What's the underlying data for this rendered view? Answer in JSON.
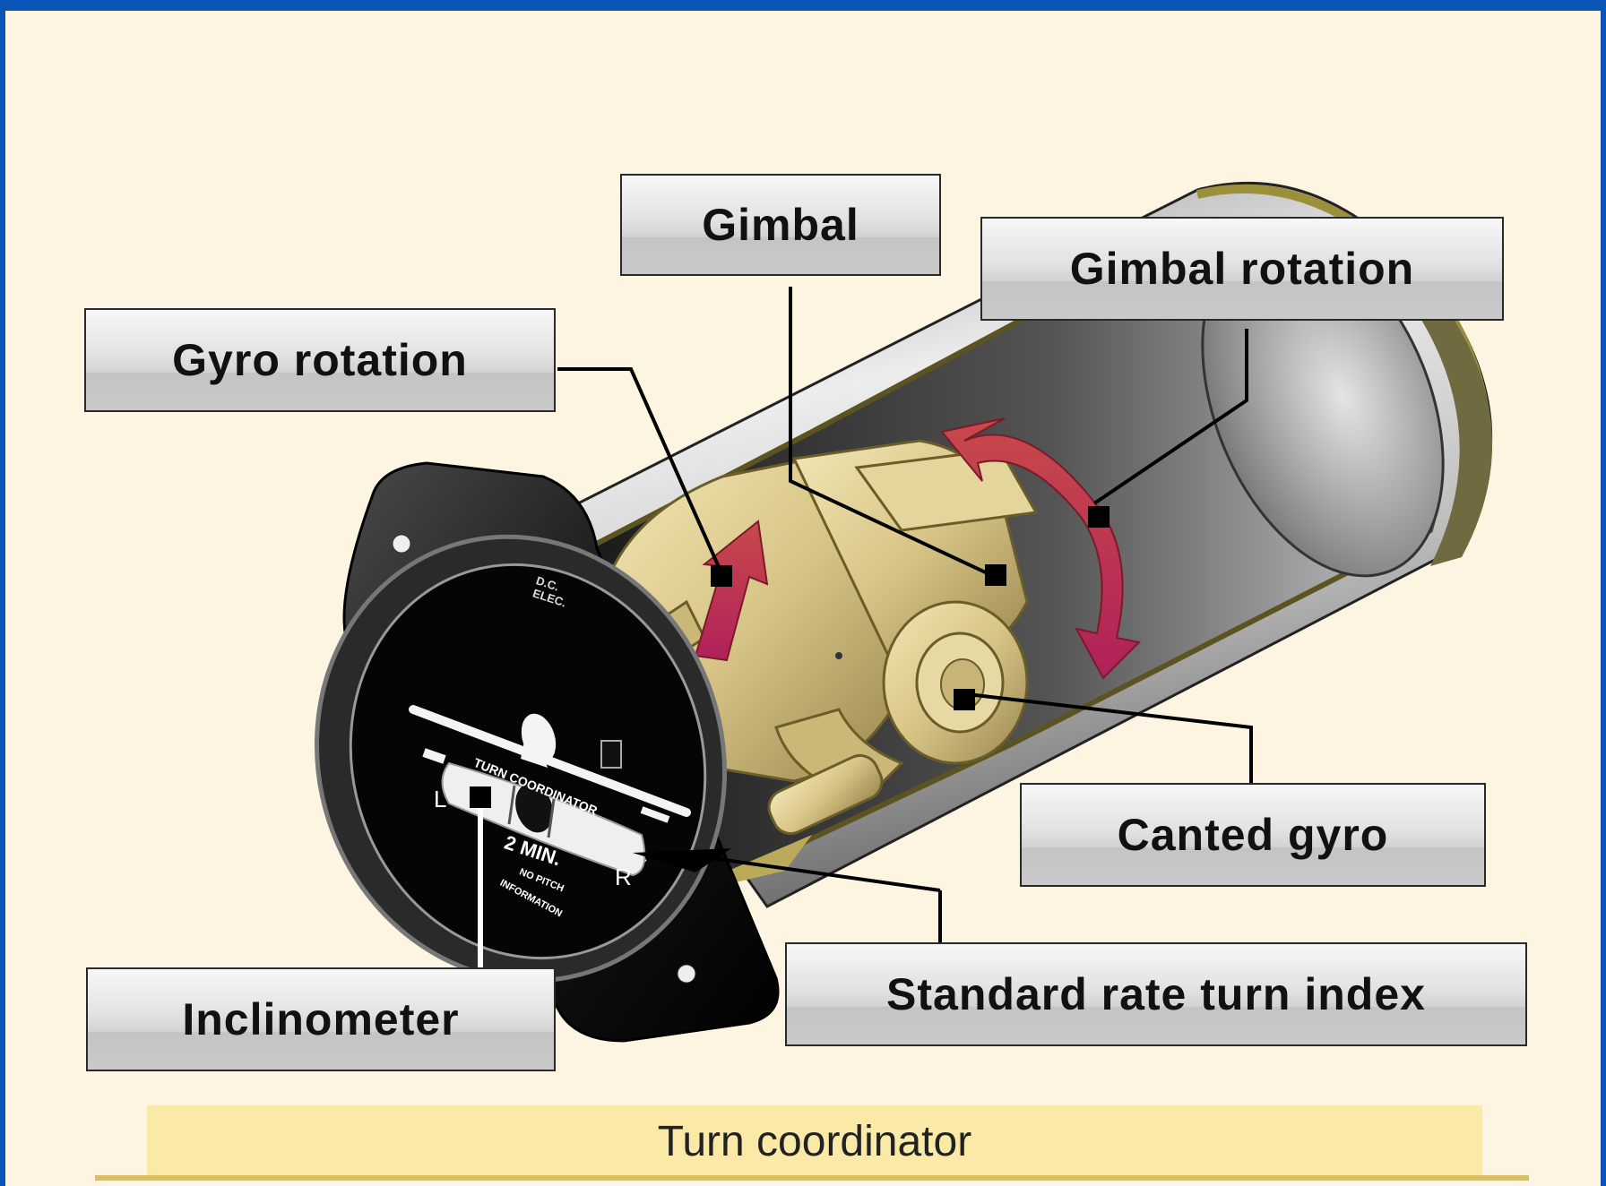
{
  "labels": {
    "gimbal": "Gimbal",
    "gimbal_rotation": "Gimbal rotation",
    "gyro_rotation": "Gyro rotation",
    "canted_gyro": "Canted gyro",
    "standard_rate_turn_index": "Standard rate turn index",
    "inclinometer": "Inclinometer"
  },
  "dial": {
    "top_text_1": "D.C.",
    "top_text_2": "ELEC.",
    "arc_text": "TURN COORDINATOR",
    "time_text": "2 MIN.",
    "note_1": "NO PITCH",
    "note_2": "INFORMATION",
    "left": "L",
    "right": "R"
  },
  "caption": "Turn coordinator",
  "colors": {
    "frame": "#0a55b8",
    "background": "#fdf5e2",
    "housing": "#cfcfcf",
    "gyro_brass": "#d8c68a",
    "arrow": "#c0304a",
    "caption_band": "#fbe9a8"
  }
}
